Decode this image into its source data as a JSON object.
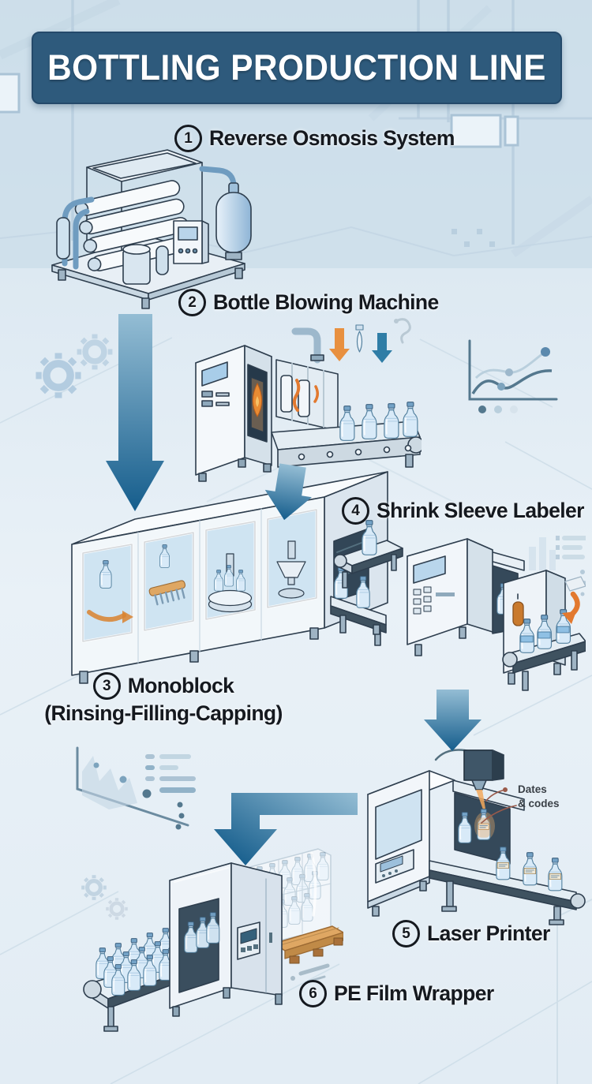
{
  "title": "BOTTLING PRODUCTION LINE",
  "steps": [
    {
      "num": "1",
      "label": "Reverse Osmosis System"
    },
    {
      "num": "2",
      "label": "Bottle Blowing Machine"
    },
    {
      "num": "3",
      "label": "Monoblock",
      "sublabel": "(Rinsing-Filling-Capping)"
    },
    {
      "num": "4",
      "label": "Shrink Sleeve Labeler"
    },
    {
      "num": "5",
      "label": "Laser Printer"
    },
    {
      "num": "6",
      "label": "PE Film Wrapper"
    }
  ],
  "annotations": {
    "laser_note": [
      "Dates",
      "& codes"
    ]
  },
  "colors": {
    "banner_bg": "#2e5a7c",
    "banner_border": "#24496a",
    "banner_text": "#ffffff",
    "label_text": "#15191f",
    "note_text": "#3a4047",
    "arrow_light": "#94bdd4",
    "arrow_dark": "#155d8c",
    "accent_orange": "#e2792f",
    "machine_outline": "#2e3e4e",
    "bg_wall": "#cddeea",
    "bg_floor": "#e9f1f7",
    "bottle_fill": "#d8eaf8"
  }
}
